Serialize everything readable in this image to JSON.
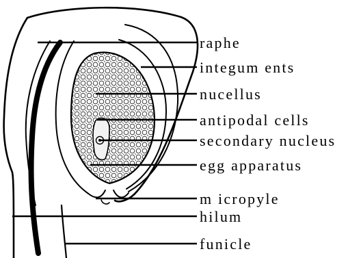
{
  "diagram": {
    "labels": {
      "raphe": "raphe",
      "integuments": "integum ents",
      "nucellus": "nucellus",
      "antipodal": "antipodal cells",
      "secondary": "secondary nucleus",
      "egg": "egg apparatus",
      "micropyle": "m icropyle",
      "hilum": "hilum",
      "funicle": "funicle"
    }
  }
}
